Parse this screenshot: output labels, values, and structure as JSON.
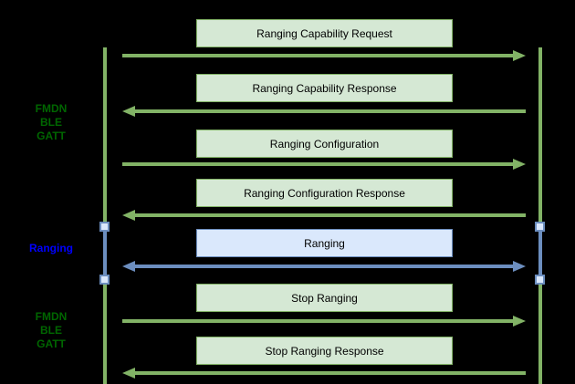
{
  "diagram": {
    "type": "sequence",
    "left_labels": [
      {
        "id": "phase-fmdn-top",
        "lines": [
          "FMDN",
          "BLE",
          "GATT"
        ],
        "color": "#006600"
      },
      {
        "id": "phase-ranging",
        "lines": [
          "Ranging"
        ],
        "color": "#0000ff"
      },
      {
        "id": "phase-fmdn-bottom",
        "lines": [
          "FMDN",
          "BLE",
          "GATT"
        ],
        "color": "#006600"
      }
    ],
    "messages": [
      {
        "label": "Ranging Capability Request",
        "direction": "right",
        "style": "green"
      },
      {
        "label": "Ranging Capability Response",
        "direction": "left",
        "style": "green"
      },
      {
        "label": "Ranging Configuration",
        "direction": "right",
        "style": "green"
      },
      {
        "label": "Ranging Configuration Response",
        "direction": "left",
        "style": "green"
      },
      {
        "label": "Ranging",
        "direction": "both",
        "style": "blue"
      },
      {
        "label": "Stop Ranging",
        "direction": "right",
        "style": "green"
      },
      {
        "label": "Stop Ranging Response",
        "direction": "left",
        "style": "green"
      }
    ],
    "colors": {
      "background": "#000000",
      "green_fill": "#d5e8d4",
      "green_stroke": "#82b366",
      "blue_fill": "#dae8fc",
      "blue_stroke": "#6c8ebf",
      "label_green": "#006600",
      "label_blue": "#0000ff",
      "box_text": "#000000"
    }
  }
}
